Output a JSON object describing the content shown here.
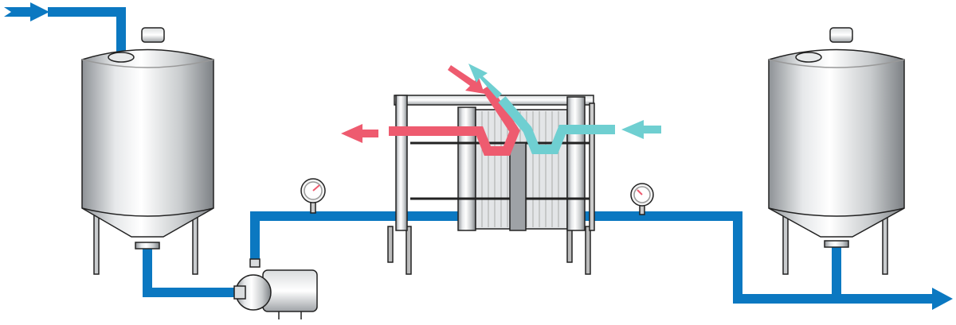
{
  "diagram": {
    "components": [
      "supply-tank",
      "centrifugal-pump",
      "plate-heat-exchanger",
      "pressure-gauge-inlet",
      "pressure-gauge-outlet",
      "receiving-tank"
    ],
    "colors": {
      "product_line": "#0b78c1",
      "heating_medium": "#ee5b6f",
      "cooling_medium": "#6fcfd1",
      "steel_light": "#f2f3f4",
      "steel_dark": "#8e9296",
      "outline": "#222222"
    }
  }
}
